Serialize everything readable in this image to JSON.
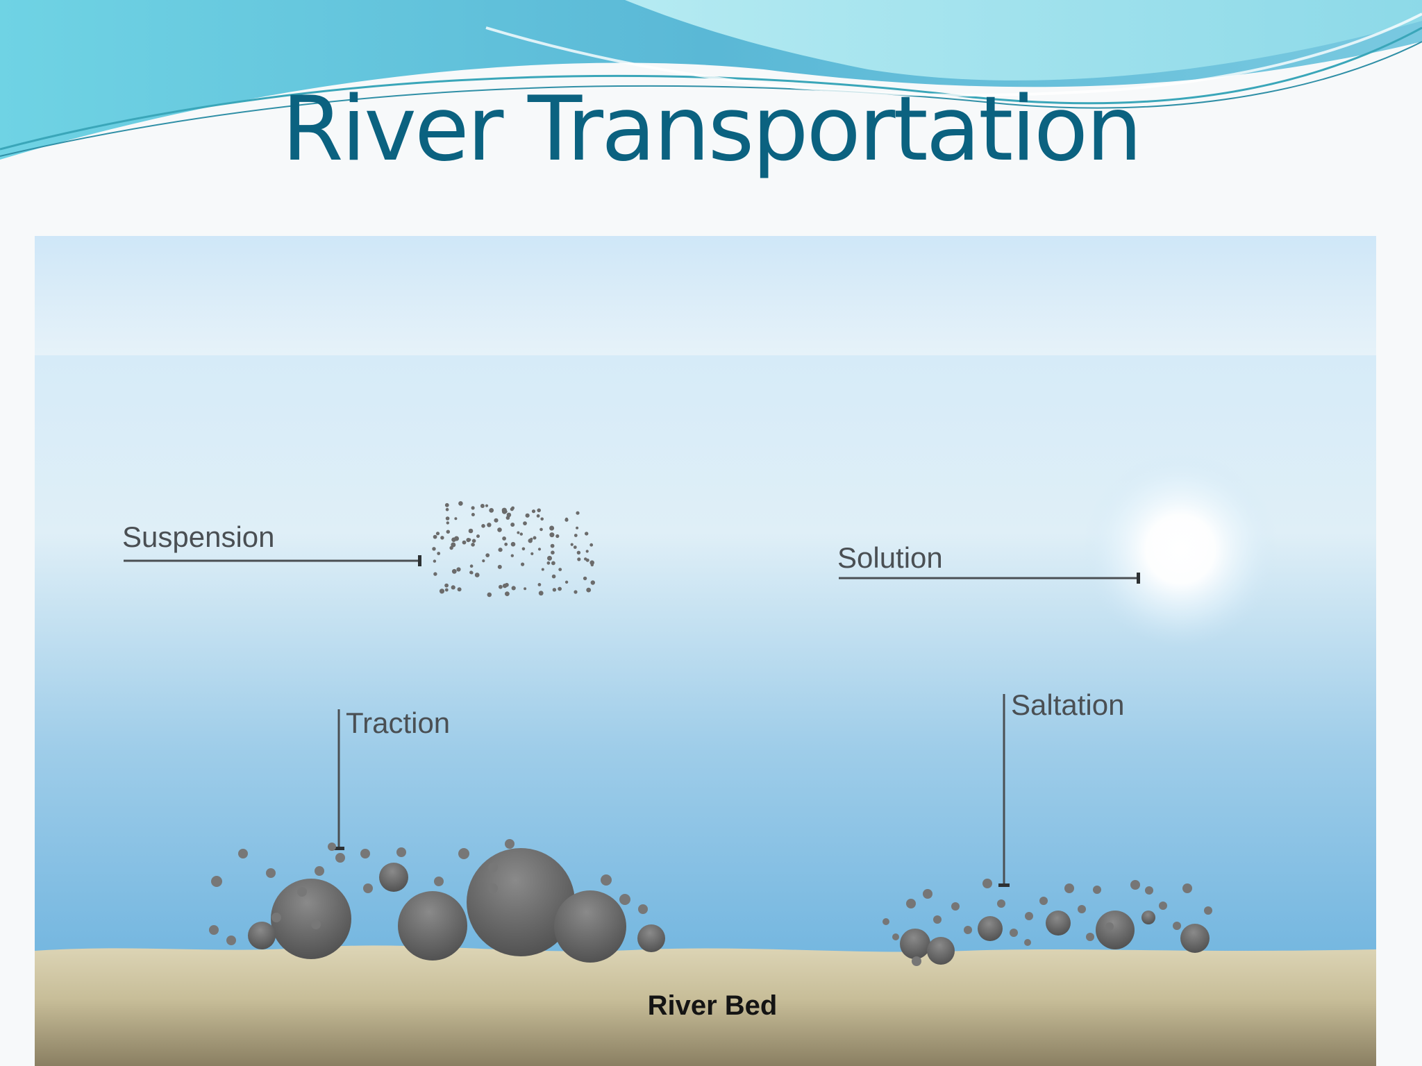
{
  "slide": {
    "title": "River Transportation"
  },
  "diagram": {
    "labels": {
      "suspension": "Suspension",
      "solution": "Solution",
      "traction": "Traction",
      "saltation": "Saltation",
      "river_bed": "River Bed"
    },
    "colors": {
      "title": "#0b6280",
      "water_top": "#d2e8f7",
      "water_bottom": "#63aedd",
      "river_bed_sand": "#d8cfae",
      "river_bed_dark": "#8b8065",
      "particles": "#6e6e6e"
    }
  }
}
